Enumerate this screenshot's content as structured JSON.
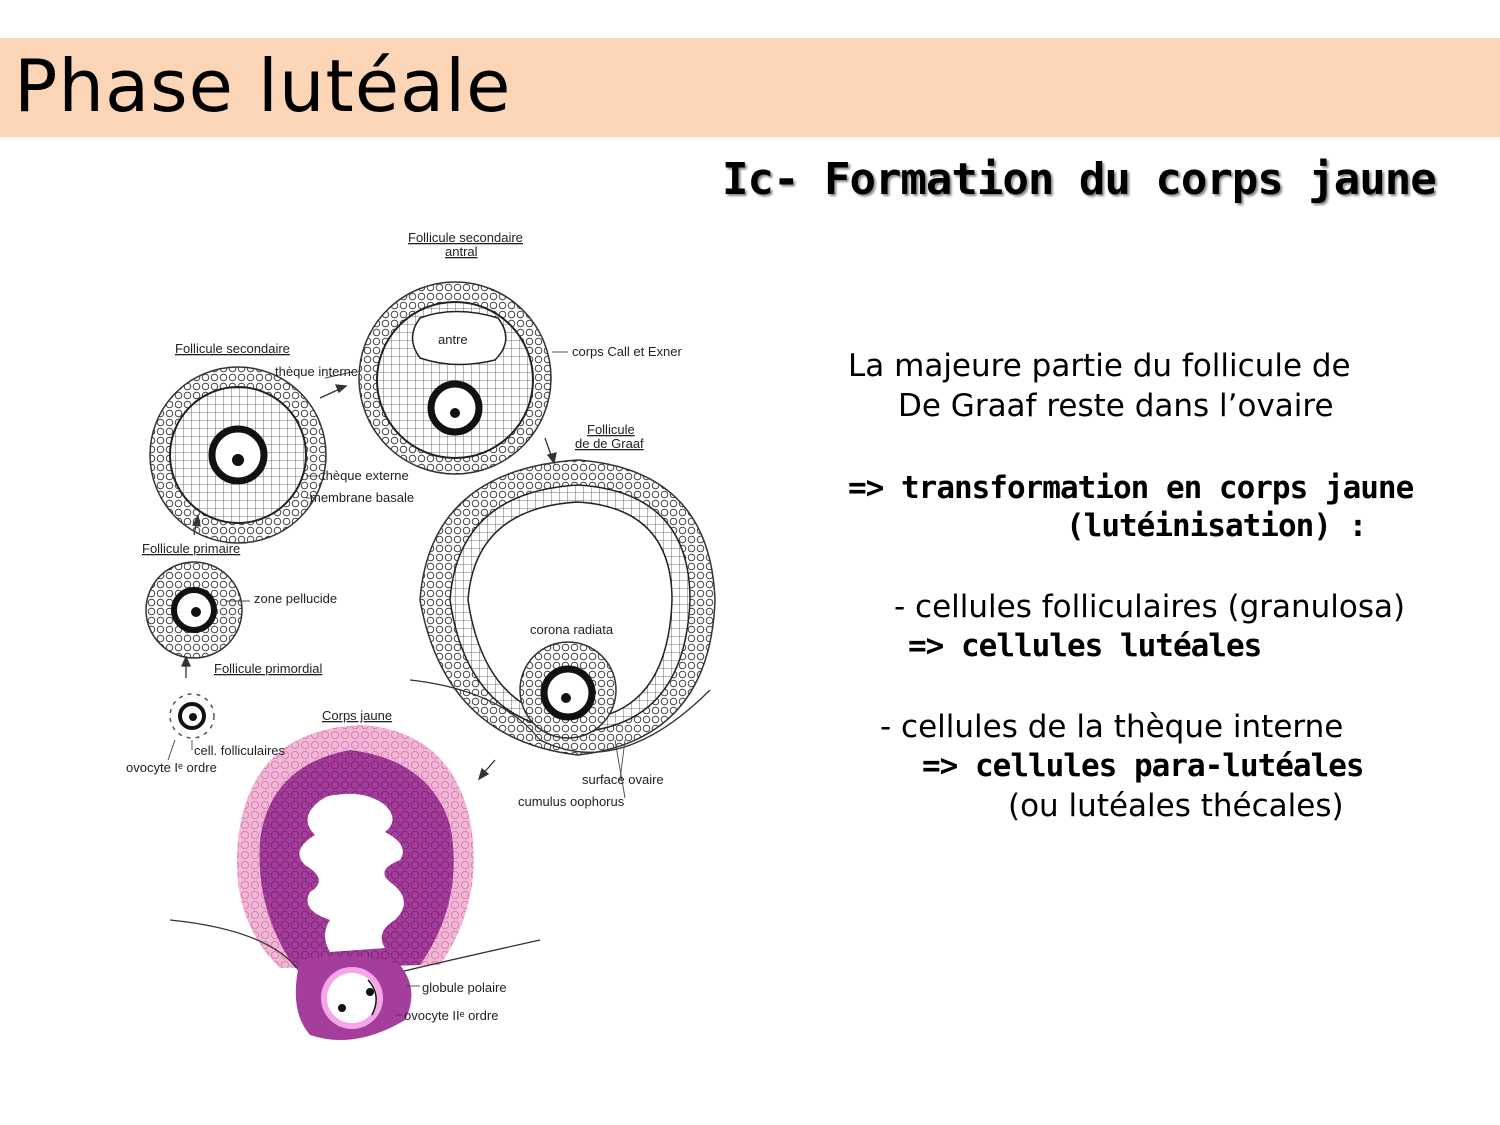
{
  "slide": {
    "title": "Phase lutéale",
    "subtitle": "Ic- Formation du corps jaune"
  },
  "text": {
    "intro_line1": "La majeure partie du follicule de",
    "intro_line2": "De Graaf reste dans l’ovaire",
    "transform_line1": "=> transformation en corps jaune",
    "transform_line2": "(lutéinisation) :",
    "bullet1_line1": "- cellules folliculaires (granulosa)",
    "bullet1_line2": "=> cellules lutéales",
    "bullet2_line1": "- cellules de la thèque interne",
    "bullet2_line2": "=> cellules para-lutéales",
    "bullet2_line3": "(ou lutéales thécales)"
  },
  "diagram": {
    "labels": {
      "follicule_secondaire_antral_1": "Follicule secondaire",
      "follicule_secondaire_antral_2": "antral",
      "antre": "antre",
      "corps_call_exner": "corps Call et Exner",
      "follicule_secondaire": "Follicule secondaire",
      "theque_interne": "thèque interne",
      "theque_externe": "thèque externe",
      "membrane_basale": "membrane basale",
      "follicule_de_graaf_1": "Follicule",
      "follicule_de_graaf_2": "de de Graaf",
      "follicule_primaire": "Follicule primaire",
      "zone_pellucide": "zone pellucide",
      "corona_radiata": "corona radiata",
      "follicule_primordial": "Follicule primordial",
      "corps_jaune": "Corps jaune",
      "cell_folliculaires": "cell. folliculaires",
      "ovocyte_1": "ovocyte Iᵉ ordre",
      "surface_ovaire": "surface ovaire",
      "cumulus_oophorus": "cumulus oophorus",
      "globule_polaire": "globule polaire",
      "ovocyte_2": "ovocyte IIᵉ ordre"
    },
    "colors": {
      "corps_jaune_outer": "#f4b6d6",
      "corps_jaune_inner": "#a43d9c",
      "ovocyte_ring": "#f6a6e6"
    }
  }
}
